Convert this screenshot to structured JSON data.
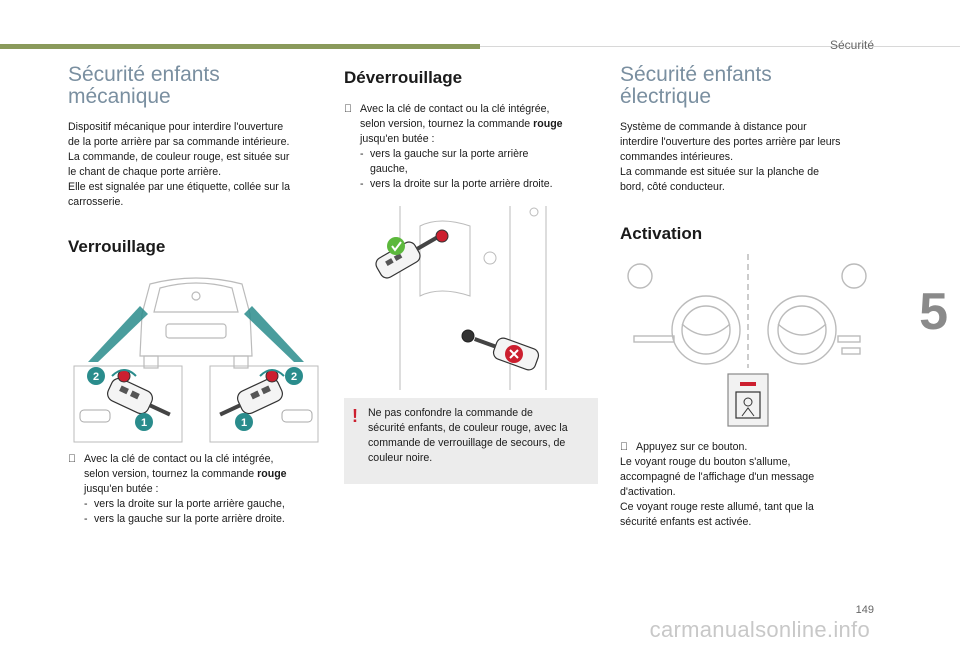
{
  "header": {
    "section": "Sécurité",
    "chapter": "5",
    "page": "149"
  },
  "watermark": "carmanualsonline.info",
  "mechanical": {
    "title_line1": "Sécurité enfants",
    "title_line2": "mécanique",
    "desc": [
      "Dispositif mécanique pour interdire l'ouverture",
      "de la porte arrière par sa commande intérieure.",
      "La commande, de couleur rouge, est située sur",
      "le chant de chaque porte arrière.",
      "Elle est signalée par une étiquette, collée sur la",
      "carrosserie."
    ],
    "lock_title": "Verrouillage",
    "lock_bullet_mark": "",
    "lock_bullet": {
      "line1": "Avec la clé de contact ou la clé intégrée,",
      "line2_pre": "selon version, tournez la commande ",
      "line2_bold": "rouge",
      "line3": "jusqu'en butée :",
      "subs": [
        "vers la droite sur la porte arrière gauche,",
        "vers la gauche sur la porte arrière droite."
      ]
    },
    "callouts": {
      "one": "1",
      "two": "2"
    }
  },
  "unlock": {
    "title": "Déverrouillage",
    "bullet": {
      "line1": "Avec la clé de contact ou la clé intégrée,",
      "line2_pre": "selon version, tournez la commande ",
      "line2_bold": "rouge",
      "line3": "jusqu'en butée :",
      "subs": [
        "vers la gauche sur la porte arrière",
        "gauche,",
        "vers la droite sur la porte arrière droite."
      ]
    },
    "warning_mark": "!",
    "warning": [
      "Ne pas confondre la commande de",
      "sécurité enfants, de couleur rouge, avec la",
      "commande de verrouillage de secours, de",
      "couleur noire."
    ]
  },
  "electric": {
    "title_line1": "Sécurité enfants",
    "title_line2": "électrique",
    "desc": [
      "Système de commande à distance pour",
      "interdire l'ouverture des portes arrière par leurs",
      "commandes intérieures.",
      "La commande est située sur la planche de",
      "bord, côté conducteur."
    ],
    "activation_title": "Activation",
    "bullet_line": "Appuyez sur ce bouton.",
    "after": [
      "Le voyant rouge du bouton s'allume,",
      "accompagné de l'affichage d'un message",
      "d'activation.",
      "Ce voyant rouge reste allumé, tant que la",
      "sécurité enfants est activée."
    ]
  },
  "colors": {
    "accent_bar": "#8a9a5b",
    "red": "#cc1f2f",
    "teal": "#2a8c8c",
    "green": "#5cb83c",
    "grey_heading": "#7a8fa0"
  }
}
